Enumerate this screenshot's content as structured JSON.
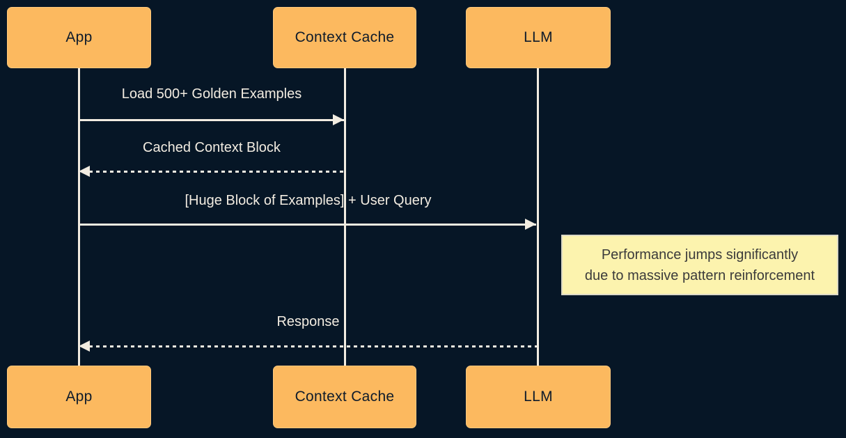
{
  "diagram_type": "sequence-diagram",
  "actors": [
    {
      "id": "app",
      "label": "App"
    },
    {
      "id": "context-cache",
      "label": "Context Cache"
    },
    {
      "id": "llm",
      "label": "LLM"
    }
  ],
  "messages": [
    {
      "from": "App",
      "to": "Context Cache",
      "label": "Load 500+ Golden Examples",
      "line_style": "solid",
      "arrow_direction": "right"
    },
    {
      "from": "Context Cache",
      "to": "App",
      "label": "Cached Context Block",
      "line_style": "dashed",
      "arrow_direction": "left"
    },
    {
      "from": "App",
      "to": "LLM",
      "label": "[Huge Block of Examples] + User Query",
      "line_style": "solid",
      "arrow_direction": "right"
    },
    {
      "from": "LLM",
      "to": "App",
      "label": "Response",
      "line_style": "dashed",
      "arrow_direction": "left"
    }
  ],
  "note": {
    "attached_to": "LLM",
    "lines": [
      "Performance jumps significantly",
      "due to massive pattern reinforcement"
    ]
  },
  "colors": {
    "background": "#061626",
    "actor_fill": "#fcb95f",
    "actor_border": "#ffc97d",
    "actor_text": "#0e1b2b",
    "line_and_text": "#f2ece1",
    "note_fill": "#fcf3ae",
    "note_border": "#dcd9c6",
    "note_text": "#3b3b3b"
  }
}
